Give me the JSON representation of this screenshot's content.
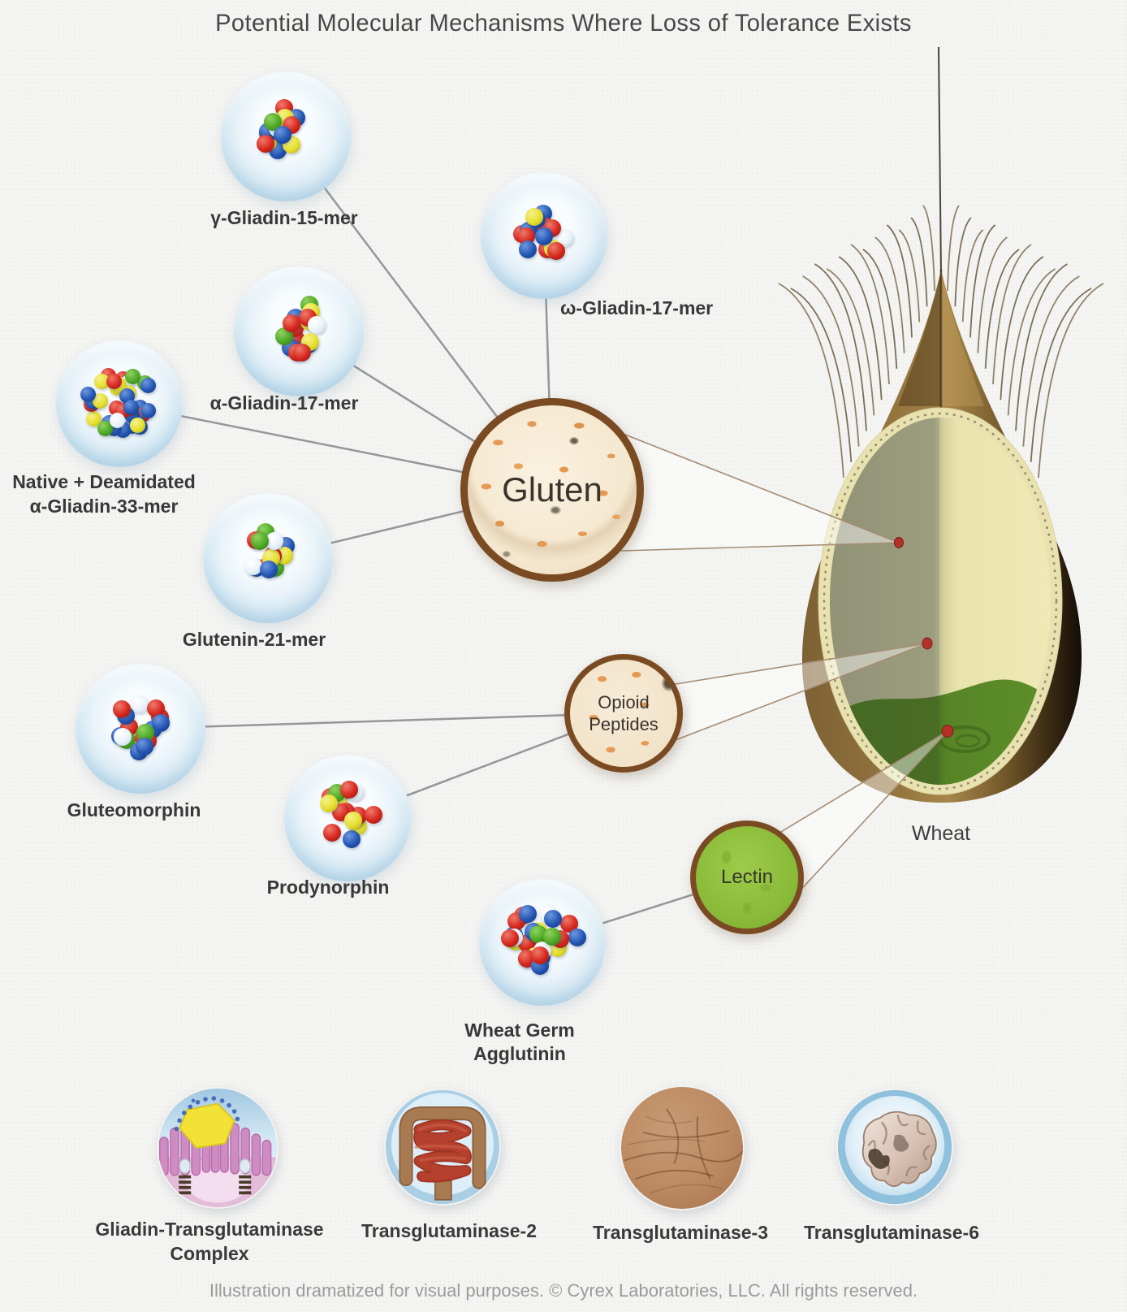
{
  "title": "Potential Molecular Mechanisms Where Loss of Tolerance Exists",
  "hubs": {
    "gluten": {
      "label": "Gluten"
    },
    "opioid_peptides": {
      "label": "Opioid\nPeptides"
    },
    "lectin": {
      "label": "Lectin"
    },
    "wheat": {
      "label": "Wheat"
    }
  },
  "molecules": [
    {
      "id": "gamma_gliadin_15",
      "label": "γ-Gliadin-15-mer",
      "connects_to": "gluten",
      "sphere_count": 13
    },
    {
      "id": "omega_gliadin_17",
      "label": "ω-Gliadin-17-mer",
      "connects_to": "gluten",
      "sphere_count": 14
    },
    {
      "id": "alpha_gliadin_17",
      "label": "α-Gliadin-17-mer",
      "connects_to": "gluten",
      "sphere_count": 15
    },
    {
      "id": "native_deamidated_33",
      "label": "Native + Deamidated\nα-Gliadin-33-mer",
      "connects_to": "gluten",
      "sphere_count": 34
    },
    {
      "id": "glutenin_21",
      "label": "Glutenin-21-mer",
      "connects_to": "gluten",
      "sphere_count": 14
    },
    {
      "id": "gluteomorphin",
      "label": "Gluteomorphin",
      "connects_to": "opioid_peptides",
      "sphere_count": 16
    },
    {
      "id": "prodynorphin",
      "label": "Prodynorphin",
      "connects_to": "opioid_peptides",
      "sphere_count": 16
    },
    {
      "id": "wheat_germ_agglutinin",
      "label": "Wheat Germ\nAgglutinin",
      "connects_to": "lectin",
      "sphere_count": 26
    }
  ],
  "bottom_row": [
    {
      "id": "gliadin_tg_complex",
      "label": "Gliadin-Transglutaminase\nComplex",
      "icon": "intestinal-villi-complex-icon"
    },
    {
      "id": "tg2",
      "label": "Transglutaminase-2",
      "icon": "intestine-icon"
    },
    {
      "id": "tg3",
      "label": "Transglutaminase-3",
      "icon": "skin-icon"
    },
    {
      "id": "tg6",
      "label": "Transglutaminase-6",
      "icon": "brain-icon"
    }
  ],
  "footer": "Illustration dramatized for visual purposes. © Cyrex Laboratories, LLC. All rights reserved.",
  "colors": {
    "background": "#f4f4f2",
    "hub_border": "#7a4b23",
    "gluten_fill": "#f4e7ce",
    "lectin_fill": "#8cbd3a",
    "bubble_ring": "#a9cee2",
    "connector_gray": "#96969a",
    "connector_brown": "#a58c74",
    "marker_red": "#b23227",
    "sphere_palette": {
      "red": "#d6271e",
      "blue": "#2356b2",
      "green": "#4ea825",
      "yellow": "#e5df2e",
      "white": "#e9f2f8"
    }
  }
}
